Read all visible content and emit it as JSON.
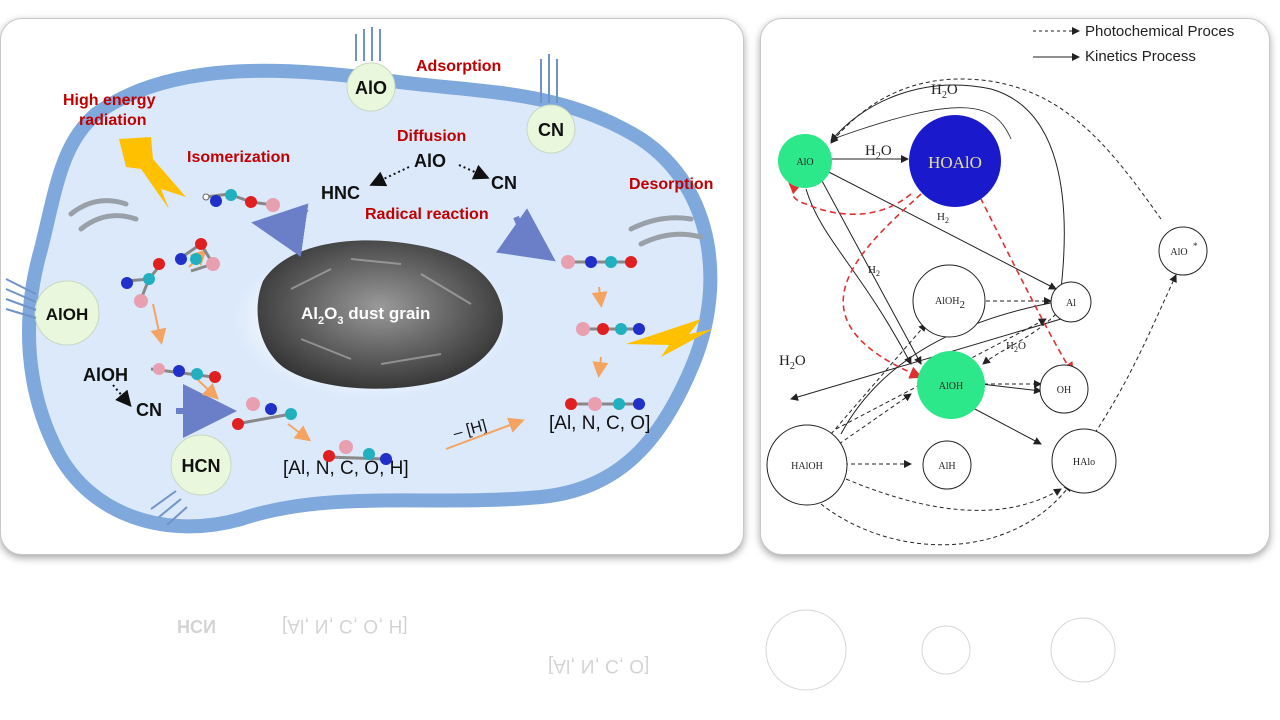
{
  "left": {
    "labels": {
      "adsorption": "Adsorption",
      "high_energy": "High energy",
      "radiation": "radiation",
      "isomerization": "Isomerization",
      "diffusion": "Diffusion",
      "radical_reaction": "Radical reaction",
      "desorption": "Desorption",
      "alo_center": "AlO",
      "hnc": "HNC",
      "cn_center": "CN",
      "aloh": "AlOH",
      "cn_left": "CN",
      "minus_h": "– [H]",
      "set_five": "[Al, N, C, O, H]",
      "set_four": "[Al, N, C, O]",
      "grain_a": "Al",
      "grain_b": "2",
      "grain_c": "O",
      "grain_d": "3",
      "grain_e": " dust grain"
    },
    "bubbles": {
      "alo": "AlO",
      "cn": "CN",
      "aloh": "AlOH",
      "hcn": "HCN"
    },
    "colors": {
      "red_label": "#c00000",
      "ice": "#dbe9fb",
      "ice_edge": "#7fa8dc",
      "bubble": "#e9f8dd",
      "arrow_orange": "#f4a460",
      "bolt": "#ffc000"
    }
  },
  "right": {
    "legend": {
      "photochemical": "Photochemical Proces",
      "kinetics": "Kinetics Process"
    },
    "nodes": {
      "alo": "AlO",
      "hoalo": "HOAlO",
      "aloh2_a": "AlOH",
      "aloh2_b": "2",
      "al": "Al",
      "alo_star": "AlO",
      "alo_star_sup": "*",
      "aloh": "AlOH",
      "oh": "OH",
      "haloh": "HAlOH",
      "alh": "AlH",
      "halo": "HAlo"
    },
    "edge_labels": {
      "h2o_top_a": "H",
      "h2o_top_b": "2",
      "h2o_top_c": "O",
      "h2o_mid_a": "H",
      "h2o_mid_b": "2",
      "h2o_mid_c": "O",
      "h2_a_a": "H",
      "h2_a_b": "2",
      "h2_b_a": "H",
      "h2_b_b": "2",
      "h2o_small_a": "H",
      "h2o_small_b": "2",
      "h2o_small_c": "O",
      "h2o_left_a": "H",
      "h2o_left_b": "2",
      "h2o_left_c": "O"
    },
    "colors": {
      "green_node": "#2de88a",
      "blue_node": "#1a1acc",
      "hoalo_text": "#e6e0a0",
      "red_dashed": "#e03030"
    }
  }
}
